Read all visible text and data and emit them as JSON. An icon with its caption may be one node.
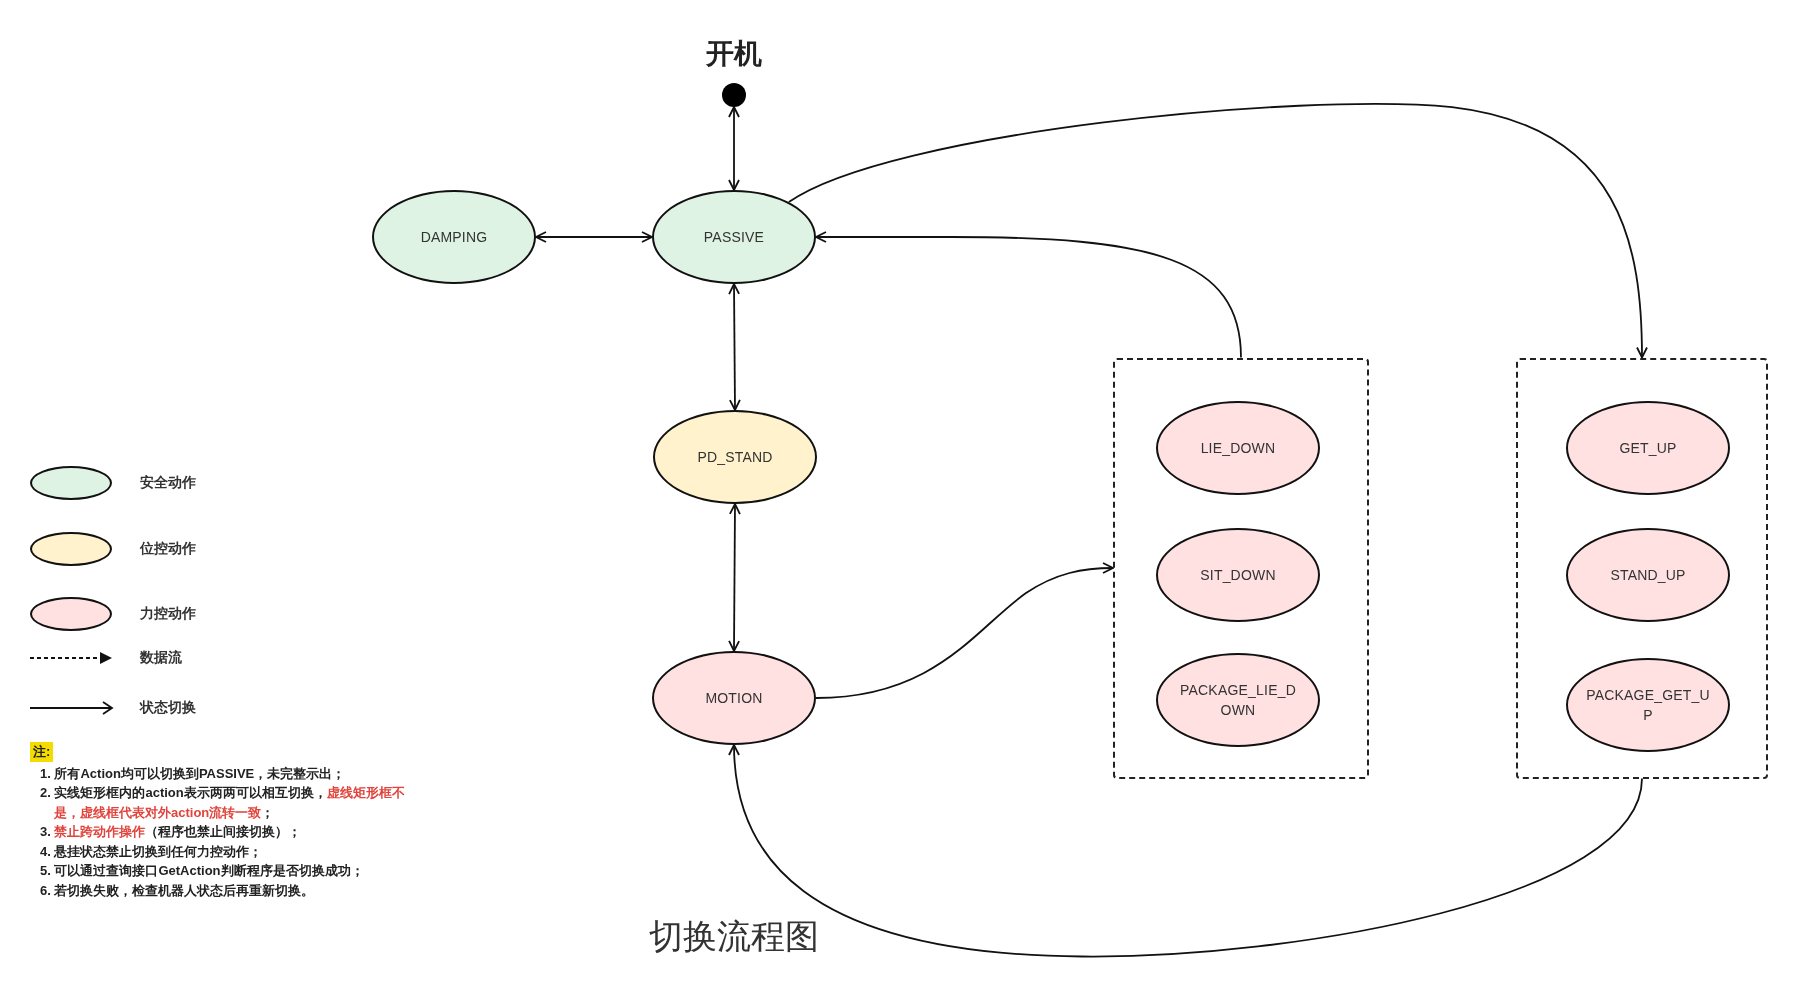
{
  "diagram": {
    "caption": "切换流程图",
    "nodes": [
      {
        "text": [
          "开机"
        ]
      },
      {
        "text": [
          "DAMPING"
        ]
      },
      {
        "text": [
          "PASSIVE"
        ]
      },
      {
        "text": [
          "PD_STAND"
        ]
      },
      {
        "text": [
          "MOTION"
        ]
      },
      {
        "text": [],
        "shape": "box"
      },
      {
        "text": [
          "LIE_DOWN"
        ],
        "in": 5
      },
      {
        "text": [
          "SIT_DOWN"
        ],
        "in": 5
      },
      {
        "text": [
          "PACKAGE_LIE_DOWN"
        ],
        "in": 5
      },
      {
        "text": [],
        "shape": "box"
      },
      {
        "text": [
          "GET_UP"
        ],
        "in": 9
      },
      {
        "text": [
          "STAND_UP"
        ],
        "in": 9
      },
      {
        "text": [
          "PACKAGE_GET_UP"
        ],
        "in": 9
      }
    ],
    "edges": [
      {
        "from": 0,
        "to": 2,
        "arrow": "both"
      },
      {
        "from": 1,
        "to": 2,
        "arrow": "both"
      },
      {
        "from": 2,
        "to": 3,
        "arrow": "both"
      },
      {
        "from": 3,
        "to": 4,
        "arrow": "both"
      },
      {
        "from": 5,
        "to": 2,
        "arrow": "to"
      },
      {
        "from": 2,
        "to": 9,
        "arrow": "to"
      },
      {
        "from": 4,
        "to": 5,
        "arrow": "to"
      },
      {
        "from": 9,
        "to": 4,
        "arrow": "to"
      }
    ],
    "labels": [
      "注:",
      "1. 所有Action均可以切换到PASSIVE，未完整示出；",
      "2. 实线矩形框内的action表示两两可以相互切换，",
      "虚线矩形框不是，虚线框代表对外action流转一致",
      "；",
      "3. ",
      "禁止跨动作操作",
      "（程序也禁止间接切换）；",
      "4. 悬挂状态禁止切换到任何力控动作；",
      "5. 可以通过查询接口GetAction判断程序是否切换成功；",
      "6. 若切换失败，检查机器人状态后再重新切换。"
    ],
    "legend": [
      {
        "text": "安全动作",
        "color": "#dff3e4"
      },
      {
        "text": "位控动作",
        "color": "#fff2cc"
      },
      {
        "text": "力控动作",
        "color": "#ffe1e1"
      },
      {
        "text": "数据流"
      },
      {
        "text": "状态切换"
      }
    ]
  }
}
